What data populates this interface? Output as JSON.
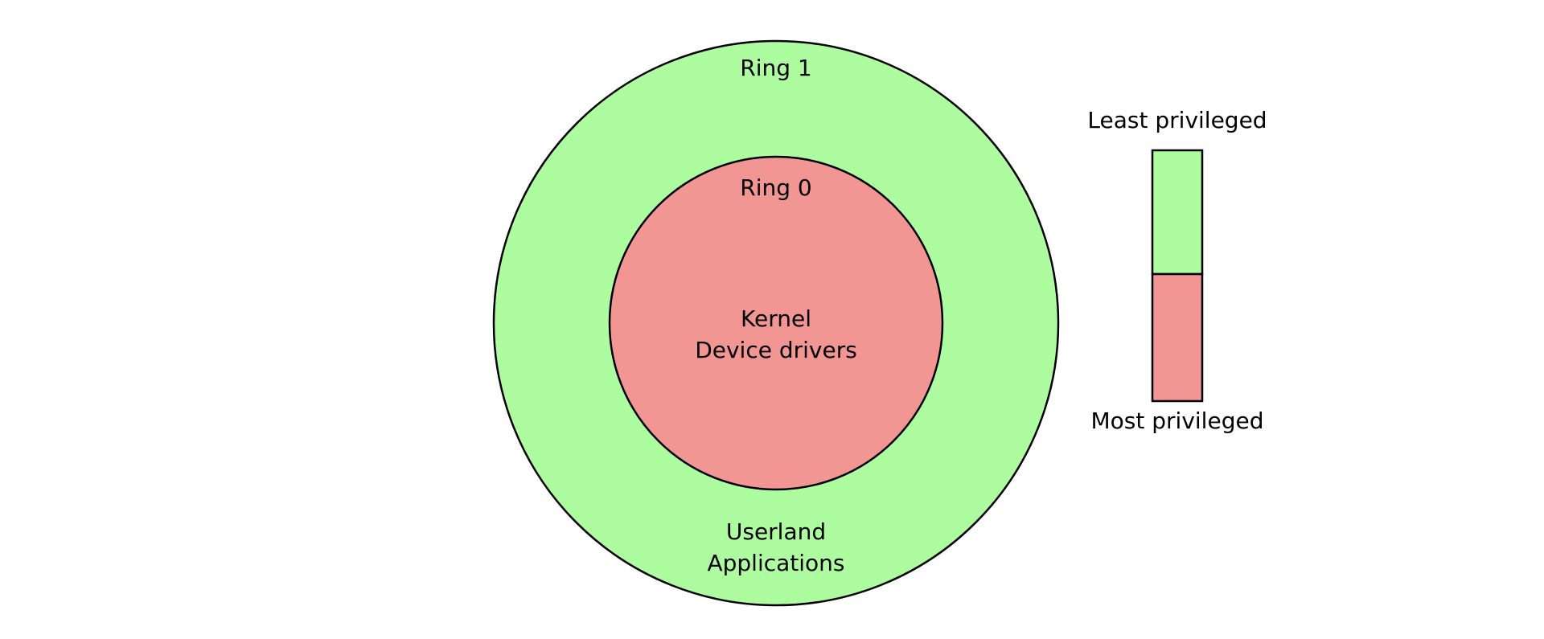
{
  "rings": {
    "outer": {
      "name": "Ring 1",
      "contents": [
        "Userland",
        "Applications"
      ],
      "color": "#aefca0"
    },
    "inner": {
      "name": "Ring 0",
      "contents": [
        "Kernel",
        "Device drivers"
      ],
      "color": "#f19692"
    }
  },
  "legend": {
    "top_label": "Least privileged",
    "bottom_label": "Most privileged",
    "top_color": "#aefca0",
    "bottom_color": "#f19692"
  },
  "stroke_color": "#000000"
}
